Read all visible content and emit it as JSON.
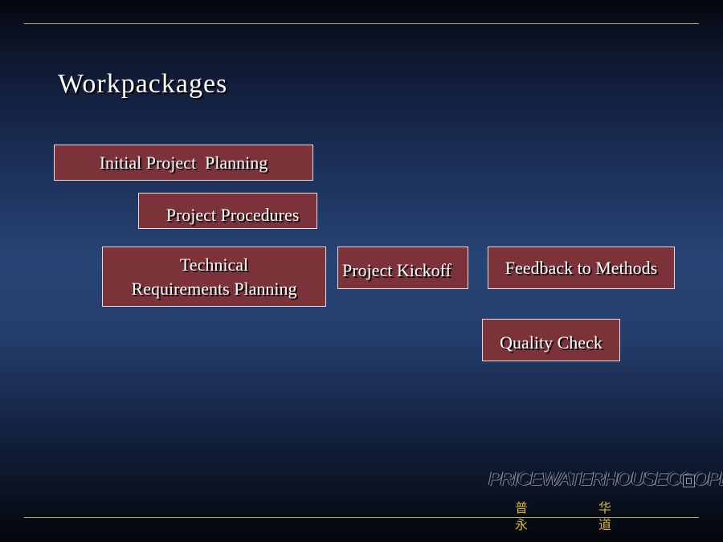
{
  "title": "Workpackages",
  "boxes": {
    "initial_planning": "Initial Project  Planning",
    "project_procedures": "Project Procedures",
    "technical_line1": "Technical",
    "technical_line2": "Requirements Planning",
    "project_kickoff": "Project Kickoff",
    "feedback_methods": "Feedback to Methods",
    "quality_check": "Quality Check"
  },
  "logo": {
    "wordmark": "PRICEWATERHOUSECOOPERS",
    "cjk": [
      "普",
      "永",
      "华",
      "道"
    ]
  },
  "colors": {
    "box_fill": "#7b3339",
    "rule": "#b8a36a",
    "cjk": "#d9b43a"
  }
}
